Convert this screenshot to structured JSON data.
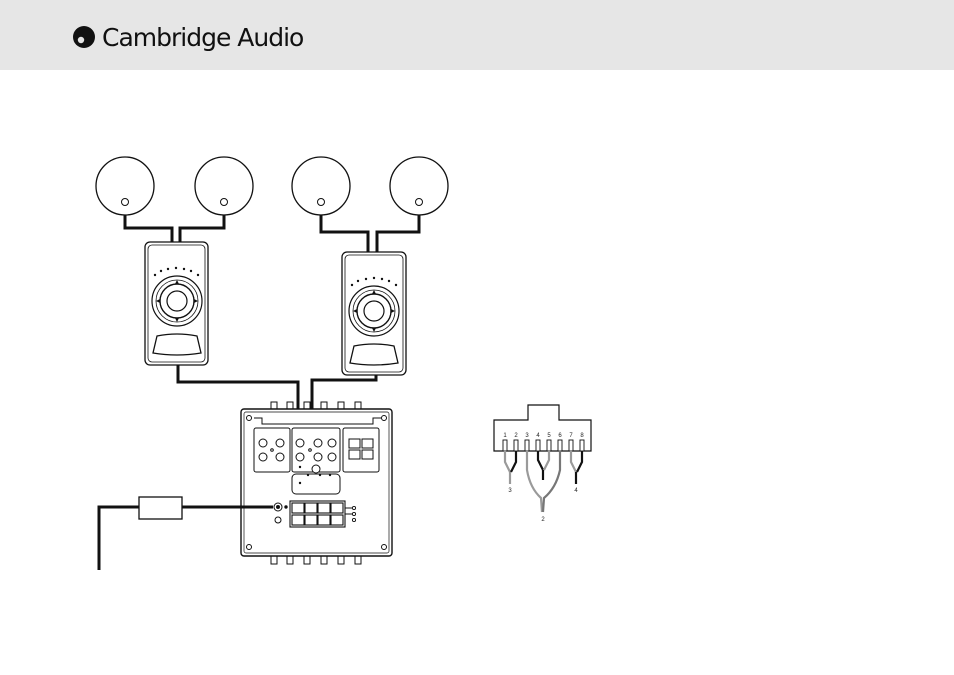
{
  "header": {
    "brand_name": "Cambridge Audio",
    "logo_icon": "cambridge-audio-logo-icon",
    "background": "#e6e6e6"
  },
  "connector": {
    "pins": [
      "1",
      "2",
      "3",
      "4",
      "5",
      "6",
      "7",
      "8"
    ],
    "pair_labels": {
      "left": "3",
      "center": "2",
      "right": "4"
    }
  },
  "colors": {
    "line": "#111111",
    "grey_wire": "#9a9a9a"
  }
}
